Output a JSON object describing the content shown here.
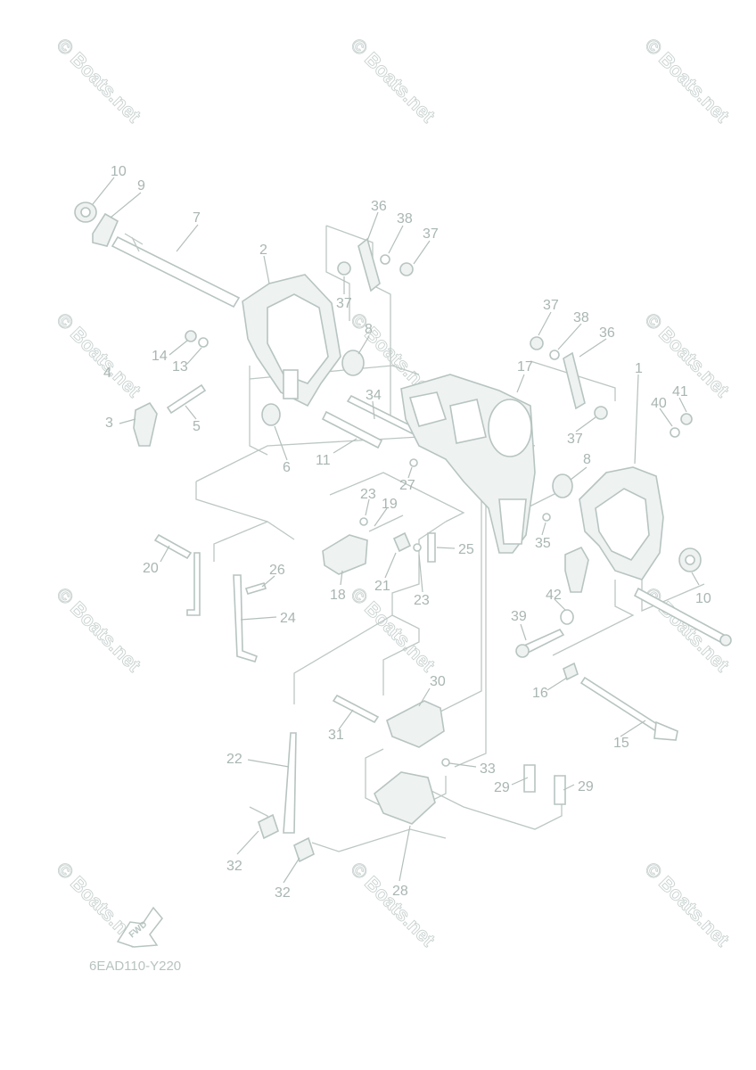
{
  "diagram": {
    "reference_code": "6EAD110-Y220",
    "direction_label": "FWD",
    "watermark_text": "© Boats.net",
    "callouts": [
      "10",
      "9",
      "7",
      "36",
      "38",
      "37",
      "37",
      "2",
      "14",
      "13",
      "4",
      "3",
      "5",
      "6",
      "11",
      "34",
      "8",
      "37",
      "38",
      "36",
      "17",
      "1",
      "41",
      "40",
      "37",
      "8",
      "27",
      "23",
      "19",
      "25",
      "35",
      "20",
      "26",
      "18",
      "21",
      "23",
      "24",
      "42",
      "39",
      "10",
      "16",
      "15",
      "30",
      "31",
      "33",
      "22",
      "29",
      "29",
      "32",
      "32",
      "28"
    ]
  },
  "colors": {
    "line": "#bcc7c4",
    "label": "#a9b6b3",
    "watermark": "#c8d2d0",
    "background": "#ffffff"
  }
}
